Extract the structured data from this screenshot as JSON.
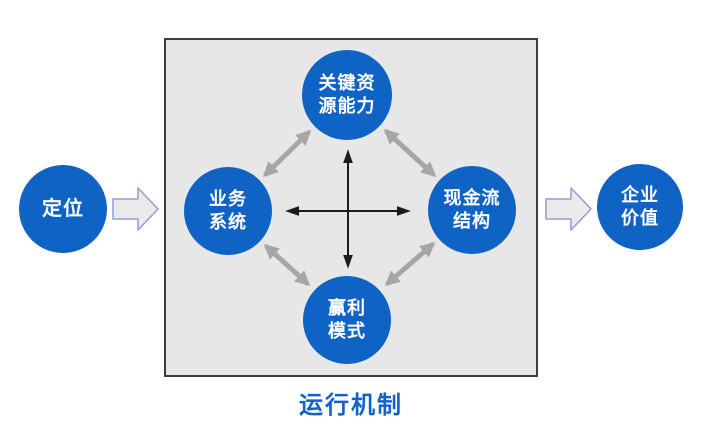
{
  "diagram": {
    "title": "运行机制",
    "nodes": {
      "positioning": {
        "label": "定位"
      },
      "key_resources": {
        "line1": "关键资",
        "line2": "源能力"
      },
      "business_system": {
        "line1": "业务",
        "line2": "系统"
      },
      "cash_flow": {
        "line1": "现金流",
        "line2": "结构"
      },
      "profit_model": {
        "line1": "赢利",
        "line2": "模式"
      },
      "enterprise_value": {
        "line1": "企业",
        "line2": "价值"
      }
    },
    "colors": {
      "node_blue": "#0f63c5",
      "box_fill": "#e7e7e7",
      "box_border": "#3d3d3d",
      "gray_arrow": "#a6a6a6",
      "black_arrow": "#1c1c1c",
      "block_arrow_fill": "#ebebee",
      "block_arrow_border": "#8f9fd1",
      "title_blue": "#1063c8"
    }
  }
}
